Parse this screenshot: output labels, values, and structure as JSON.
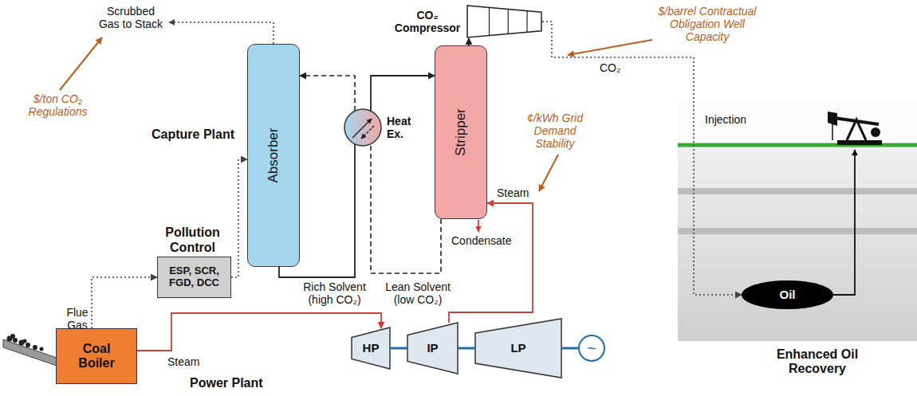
{
  "diagram": {
    "nodes": [
      {
        "text": [
          "CO₂ Compressor"
        ]
      },
      {
        "text": [
          "Absorber"
        ]
      },
      {
        "text": [
          "Heat Ex."
        ]
      },
      {
        "text": [
          "Stripper"
        ]
      },
      {
        "text": [
          "Enhanced Oil Recovery"
        ]
      },
      {
        "text": [
          "Oil"
        ],
        "in": 4
      },
      {
        "text": [
          "Pollution Control",
          "ESP, SCR, FGD, DCC"
        ]
      },
      {
        "text": [
          "Coal Boiler"
        ]
      },
      {
        "text": [
          "HP"
        ]
      },
      {
        "text": [
          "IP"
        ]
      },
      {
        "text": [
          "LP"
        ]
      },
      {
        "text": [
          "~"
        ]
      }
    ],
    "edges": [
      {
        "from": 7,
        "to": 6,
        "arrow": "to"
      },
      {
        "from": 6,
        "to": 1,
        "arrow": "to"
      },
      {
        "from": 1,
        "to": 2,
        "arrow": "none"
      },
      {
        "from": 2,
        "to": 3,
        "arrow": "to"
      },
      {
        "from": 3,
        "to": 2,
        "arrow": "none"
      },
      {
        "from": 2,
        "to": 1,
        "arrow": "to"
      },
      {
        "from": 3,
        "to": 0,
        "arrow": "to"
      },
      {
        "from": 0,
        "to": 5,
        "arrow": "to"
      },
      {
        "from": 7,
        "to": 8,
        "arrow": "to"
      },
      {
        "from": 9,
        "to": 3,
        "arrow": "to"
      },
      {
        "from": 8,
        "to": 9,
        "arrow": "none"
      },
      {
        "from": 9,
        "to": 10,
        "arrow": "none"
      },
      {
        "from": 10,
        "to": 11,
        "arrow": "none"
      }
    ],
    "labels": [
      "Scrubbed Gas to Stack",
      "$/ton CO₂ Regulations",
      "Capture Plant",
      "CO₂",
      "$/barrel Contractual Obligation Well Capacity",
      "¢/kWh Grid Demand Stability",
      "Steam",
      "Condensate",
      "Rich Solvent (high CO₂)",
      "Lean Solvent (low CO₂)",
      "Flue Gas",
      "Steam",
      "Power Plant",
      "Injection"
    ]
  }
}
